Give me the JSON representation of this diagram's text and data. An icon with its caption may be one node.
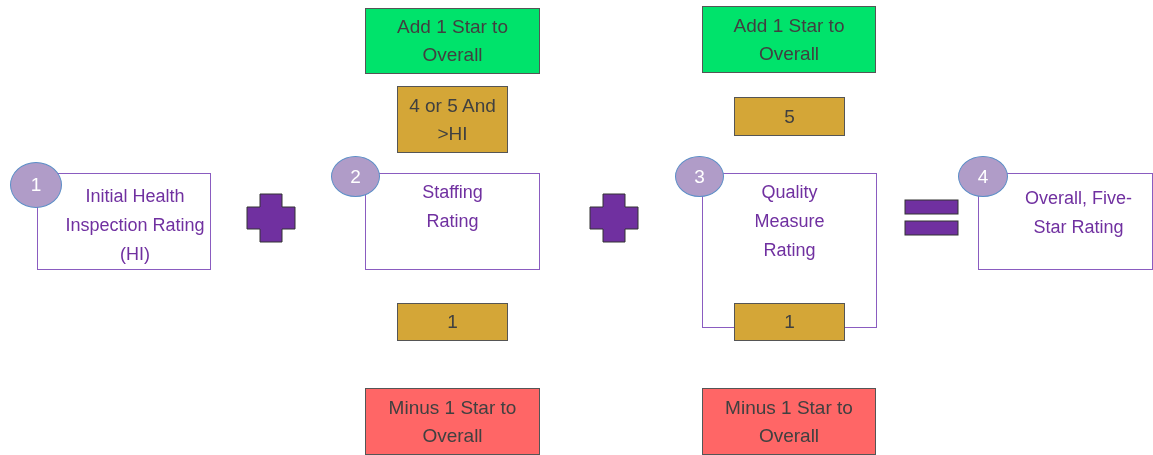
{
  "diagram": {
    "nodes": [
      {
        "text": [
          "Add 1 Star to Overall"
        ]
      },
      {
        "text": [
          "Add 1 Star to Overall"
        ]
      },
      {
        "text": [
          "4 or 5 And >HI"
        ]
      },
      {
        "text": [
          "5"
        ]
      },
      {
        "text": [
          "1"
        ]
      },
      {
        "text": [
          "Initial Health Inspection Rating (HI)"
        ]
      },
      {
        "text": [
          "2"
        ]
      },
      {
        "text": [
          "Staffing Rating"
        ]
      },
      {
        "text": [
          "3"
        ]
      },
      {
        "text": [
          "Quality Measure Rating"
        ]
      },
      {
        "text": [
          "4"
        ]
      },
      {
        "text": [
          "Overall, Five-Star Rating"
        ]
      },
      {
        "text": [
          "1"
        ]
      },
      {
        "text": [
          "1"
        ]
      },
      {
        "text": [
          "Minus 1 Star to Overall"
        ]
      },
      {
        "text": [
          "Minus 1 Star to Overall"
        ]
      }
    ],
    "edges": []
  }
}
